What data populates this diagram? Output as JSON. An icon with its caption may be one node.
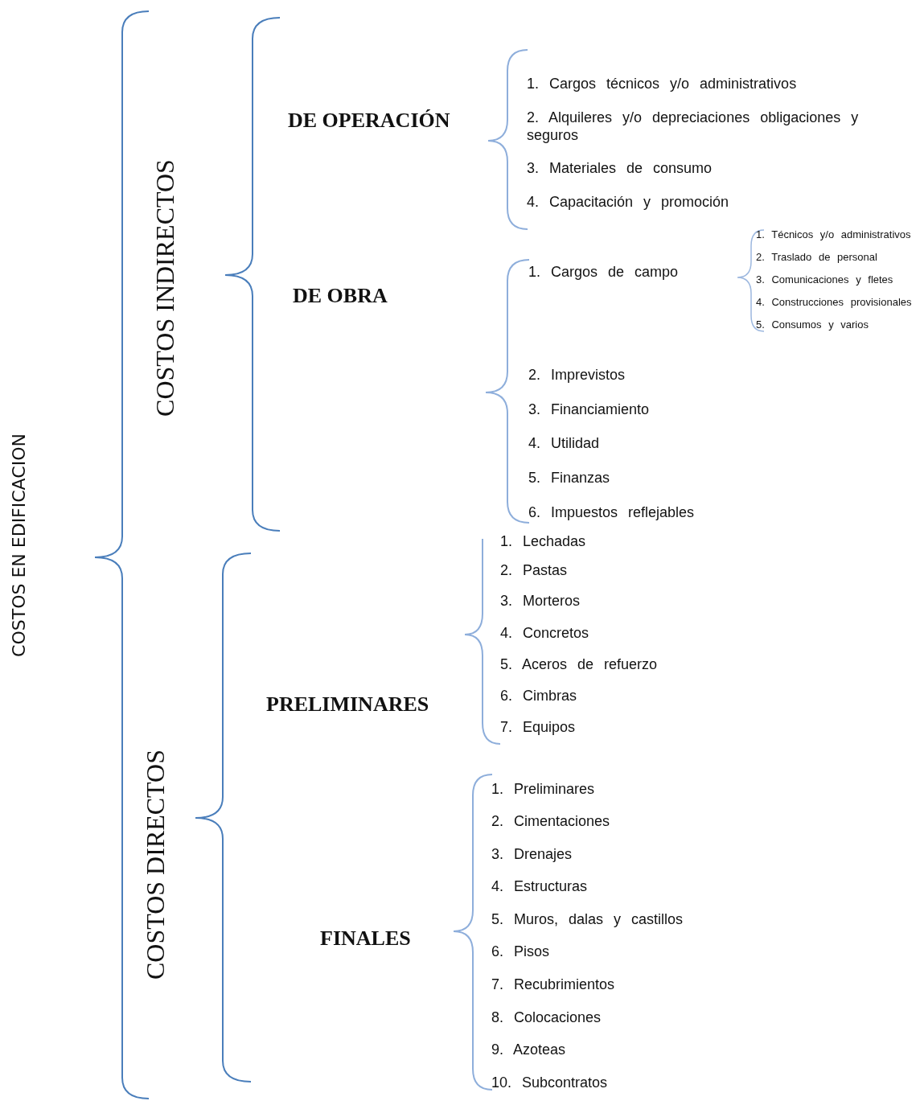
{
  "diagram": {
    "labels": [
      "COSTOS EN EDIFICACION",
      "COSTOS INDIRECTOS",
      "DE OPERACIÓN",
      "1. Cargos técnicos y/o administrativos",
      "2. Alquileres y/o depreciaciones obligaciones y seguros",
      "3. Materiales de consumo",
      "4. Capacitación y promoción",
      "DE OBRA",
      "1. Cargos de campo",
      "1. Técnicos y/o administrativos",
      "2. Traslado de personal",
      "3. Comunicaciones y fletes",
      "4. Construcciones provisionales",
      "5. Consumos y varios",
      "2. Imprevistos",
      "3. Financiamiento",
      "4. Utilidad",
      "5. Finanzas",
      "6. Impuestos reflejables",
      "COSTOS DIRECTOS",
      "PRELIMINARES",
      "1. Lechadas",
      "2. Pastas",
      "3. Morteros",
      "4. Concretos",
      "5. Aceros de refuerzo",
      "6. Cimbras",
      "7. Equipos",
      "FINALES",
      "1. Preliminares",
      "2. Cimentaciones",
      "3. Drenajes",
      "4. Estructuras",
      "5. Muros, dalas y castillos",
      "6. Pisos",
      "7. Recubrimientos",
      "8. Colocaciones",
      "9. Azoteas",
      "10. Subcontratos"
    ]
  }
}
